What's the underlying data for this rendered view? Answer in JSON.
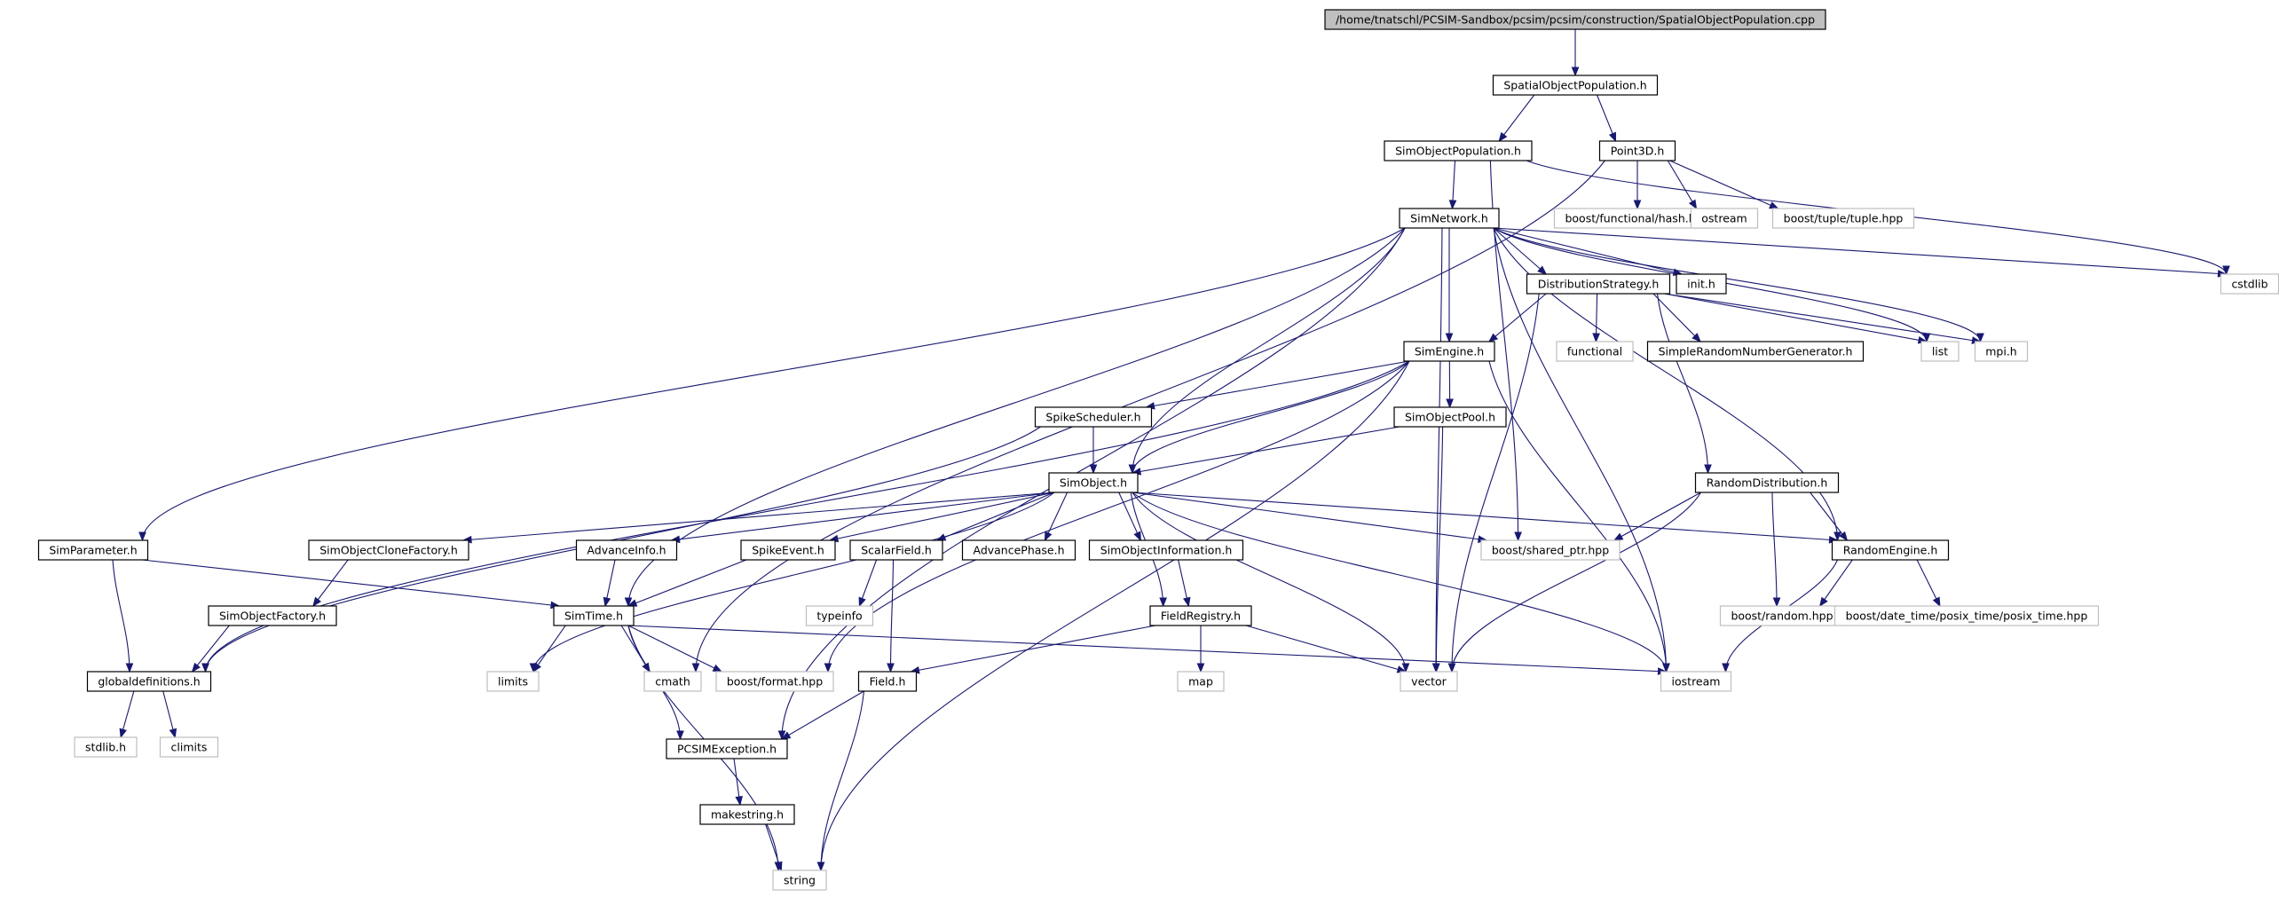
{
  "colors": {
    "edge": "#191970",
    "root_fill": "#bfbfbf",
    "root_stroke": "#000000",
    "node_fill": "#ffffff",
    "node_stroke": "#000000",
    "external_stroke": "#bfbfbf",
    "text": "#000000"
  },
  "nodes": [
    {
      "id": "root",
      "label": "/home/tnatschl/PCSIM-Sandbox/pcsim/pcsim/construction/SpatialObjectPopulation.cpp",
      "kind": "root"
    },
    {
      "id": "SpatialObjectPopulation",
      "label": "SpatialObjectPopulation.h",
      "kind": "file"
    },
    {
      "id": "SimObjectPopulation",
      "label": "SimObjectPopulation.h",
      "kind": "file"
    },
    {
      "id": "Point3D",
      "label": "Point3D.h",
      "kind": "file"
    },
    {
      "id": "SimNetwork",
      "label": "SimNetwork.h",
      "kind": "file"
    },
    {
      "id": "hash",
      "label": "boost/functional/hash.hpp",
      "kind": "external"
    },
    {
      "id": "ostream",
      "label": "ostream",
      "kind": "external"
    },
    {
      "id": "tuple",
      "label": "boost/tuple/tuple.hpp",
      "kind": "external"
    },
    {
      "id": "cstdlib",
      "label": "cstdlib",
      "kind": "external"
    },
    {
      "id": "DistributionStrategy",
      "label": "DistributionStrategy.h",
      "kind": "file"
    },
    {
      "id": "init",
      "label": "init.h",
      "kind": "file"
    },
    {
      "id": "SimEngine",
      "label": "SimEngine.h",
      "kind": "file"
    },
    {
      "id": "functional",
      "label": "functional",
      "kind": "external"
    },
    {
      "id": "SimpleRandomNumberGenerator",
      "label": "SimpleRandomNumberGenerator.h",
      "kind": "file"
    },
    {
      "id": "list",
      "label": "list",
      "kind": "external"
    },
    {
      "id": "mpi",
      "label": "mpi.h",
      "kind": "external"
    },
    {
      "id": "SpikeScheduler",
      "label": "SpikeScheduler.h",
      "kind": "file"
    },
    {
      "id": "SimObjectPool",
      "label": "SimObjectPool.h",
      "kind": "file"
    },
    {
      "id": "SimObject",
      "label": "SimObject.h",
      "kind": "file"
    },
    {
      "id": "RandomDistribution",
      "label": "RandomDistribution.h",
      "kind": "file"
    },
    {
      "id": "SimParameter",
      "label": "SimParameter.h",
      "kind": "file"
    },
    {
      "id": "SimObjectCloneFactory",
      "label": "SimObjectCloneFactory.h",
      "kind": "file"
    },
    {
      "id": "AdvanceInfo",
      "label": "AdvanceInfo.h",
      "kind": "file"
    },
    {
      "id": "SpikeEvent",
      "label": "SpikeEvent.h",
      "kind": "file"
    },
    {
      "id": "ScalarField",
      "label": "ScalarField.h",
      "kind": "file"
    },
    {
      "id": "AdvancePhase",
      "label": "AdvancePhase.h",
      "kind": "file"
    },
    {
      "id": "SimObjectInformation",
      "label": "SimObjectInformation.h",
      "kind": "file"
    },
    {
      "id": "shared_ptr",
      "label": "boost/shared_ptr.hpp",
      "kind": "external"
    },
    {
      "id": "RandomEngine",
      "label": "RandomEngine.h",
      "kind": "file"
    },
    {
      "id": "SimObjectFactory",
      "label": "SimObjectFactory.h",
      "kind": "file"
    },
    {
      "id": "SimTime",
      "label": "SimTime.h",
      "kind": "file"
    },
    {
      "id": "typeinfo",
      "label": "typeinfo",
      "kind": "external"
    },
    {
      "id": "FieldRegistry",
      "label": "FieldRegistry.h",
      "kind": "file"
    },
    {
      "id": "random",
      "label": "boost/random.hpp",
      "kind": "external"
    },
    {
      "id": "posix_time",
      "label": "boost/date_time/posix_time/posix_time.hpp",
      "kind": "external"
    },
    {
      "id": "globaldefinitions",
      "label": "globaldefinitions.h",
      "kind": "file"
    },
    {
      "id": "limits",
      "label": "limits",
      "kind": "external"
    },
    {
      "id": "cmath",
      "label": "cmath",
      "kind": "external"
    },
    {
      "id": "format",
      "label": "boost/format.hpp",
      "kind": "external"
    },
    {
      "id": "map",
      "label": "map",
      "kind": "external"
    },
    {
      "id": "vector",
      "label": "vector",
      "kind": "external"
    },
    {
      "id": "iostream",
      "label": "iostream",
      "kind": "external"
    },
    {
      "id": "Field",
      "label": "Field.h",
      "kind": "file"
    },
    {
      "id": "stdlib",
      "label": "stdlib.h",
      "kind": "external"
    },
    {
      "id": "climits",
      "label": "climits",
      "kind": "external"
    },
    {
      "id": "PCSIMException",
      "label": "PCSIMException.h",
      "kind": "file"
    },
    {
      "id": "makestring",
      "label": "makestring.h",
      "kind": "file"
    },
    {
      "id": "string",
      "label": "string",
      "kind": "external"
    }
  ],
  "edges": [
    [
      "root",
      "SpatialObjectPopulation"
    ],
    [
      "SpatialObjectPopulation",
      "SimObjectPopulation"
    ],
    [
      "SpatialObjectPopulation",
      "Point3D"
    ],
    [
      "SimObjectPopulation",
      "SimNetwork"
    ],
    [
      "SimObjectPopulation",
      "shared_ptr"
    ],
    [
      "SimObjectPopulation",
      "cstdlib"
    ],
    [
      "Point3D",
      "hash"
    ],
    [
      "Point3D",
      "ostream"
    ],
    [
      "Point3D",
      "tuple"
    ],
    [
      "Point3D",
      "cmath"
    ],
    [
      "SimNetwork",
      "SimEngine"
    ],
    [
      "SimNetwork",
      "DistributionStrategy"
    ],
    [
      "SimNetwork",
      "init"
    ],
    [
      "SimNetwork",
      "mpi"
    ],
    [
      "SimNetwork",
      "list"
    ],
    [
      "SimNetwork",
      "cstdlib"
    ],
    [
      "SimNetwork",
      "iostream"
    ],
    [
      "SimNetwork",
      "RandomEngine"
    ],
    [
      "SimNetwork",
      "SimObject"
    ],
    [
      "SimNetwork",
      "SimParameter"
    ],
    [
      "SimNetwork",
      "SimTime"
    ],
    [
      "SimNetwork",
      "PCSIMException"
    ],
    [
      "SimNetwork",
      "vector"
    ],
    [
      "DistributionStrategy",
      "SimEngine"
    ],
    [
      "DistributionStrategy",
      "functional"
    ],
    [
      "DistributionStrategy",
      "SimpleRandomNumberGenerator"
    ],
    [
      "DistributionStrategy",
      "list"
    ],
    [
      "DistributionStrategy",
      "mpi"
    ],
    [
      "DistributionStrategy",
      "RandomDistribution"
    ],
    [
      "DistributionStrategy",
      "vector"
    ],
    [
      "SimEngine",
      "SpikeScheduler"
    ],
    [
      "SimEngine",
      "SimObjectPool"
    ],
    [
      "SimEngine",
      "SimObject"
    ],
    [
      "SimEngine",
      "globaldefinitions"
    ],
    [
      "SimEngine",
      "format"
    ],
    [
      "SimEngine",
      "iostream"
    ],
    [
      "SimEngine",
      "string"
    ],
    [
      "SpikeScheduler",
      "SimObject"
    ],
    [
      "SpikeScheduler",
      "globaldefinitions"
    ],
    [
      "SimObjectPool",
      "SimObject"
    ],
    [
      "SimObjectPool",
      "vector"
    ],
    [
      "SimObject",
      "SimObjectCloneFactory"
    ],
    [
      "SimObject",
      "AdvanceInfo"
    ],
    [
      "SimObject",
      "SpikeEvent"
    ],
    [
      "SimObject",
      "ScalarField"
    ],
    [
      "SimObject",
      "AdvancePhase"
    ],
    [
      "SimObject",
      "SimObjectInformation"
    ],
    [
      "SimObject",
      "FieldRegistry"
    ],
    [
      "SimObject",
      "shared_ptr"
    ],
    [
      "SimObject",
      "RandomEngine"
    ],
    [
      "SimObject",
      "limits"
    ],
    [
      "SimObject",
      "vector"
    ],
    [
      "SimObject",
      "iostream"
    ],
    [
      "RandomDistribution",
      "shared_ptr"
    ],
    [
      "RandomDistribution",
      "RandomEngine"
    ],
    [
      "RandomDistribution",
      "random"
    ],
    [
      "RandomDistribution",
      "vector"
    ],
    [
      "RandomEngine",
      "random"
    ],
    [
      "RandomEngine",
      "posix_time"
    ],
    [
      "RandomEngine",
      "iostream"
    ],
    [
      "SimParameter",
      "SimTime"
    ],
    [
      "SimParameter",
      "globaldefinitions"
    ],
    [
      "SimObjectCloneFactory",
      "SimObjectFactory"
    ],
    [
      "AdvanceInfo",
      "SimTime"
    ],
    [
      "SpikeEvent",
      "SimTime"
    ],
    [
      "ScalarField",
      "typeinfo"
    ],
    [
      "ScalarField",
      "Field"
    ],
    [
      "SimObjectInformation",
      "FieldRegistry"
    ],
    [
      "SimObjectFactory",
      "globaldefinitions"
    ],
    [
      "SimTime",
      "limits"
    ],
    [
      "SimTime",
      "cmath"
    ],
    [
      "SimTime",
      "format"
    ],
    [
      "SimTime",
      "iostream"
    ],
    [
      "SimTime",
      "PCSIMException"
    ],
    [
      "SimTime",
      "string"
    ],
    [
      "FieldRegistry",
      "map"
    ],
    [
      "FieldRegistry",
      "vector"
    ],
    [
      "FieldRegistry",
      "Field"
    ],
    [
      "Field",
      "PCSIMException"
    ],
    [
      "Field",
      "string"
    ],
    [
      "globaldefinitions",
      "stdlib"
    ],
    [
      "globaldefinitions",
      "climits"
    ],
    [
      "PCSIMException",
      "makestring"
    ],
    [
      "makestring",
      "string"
    ]
  ]
}
